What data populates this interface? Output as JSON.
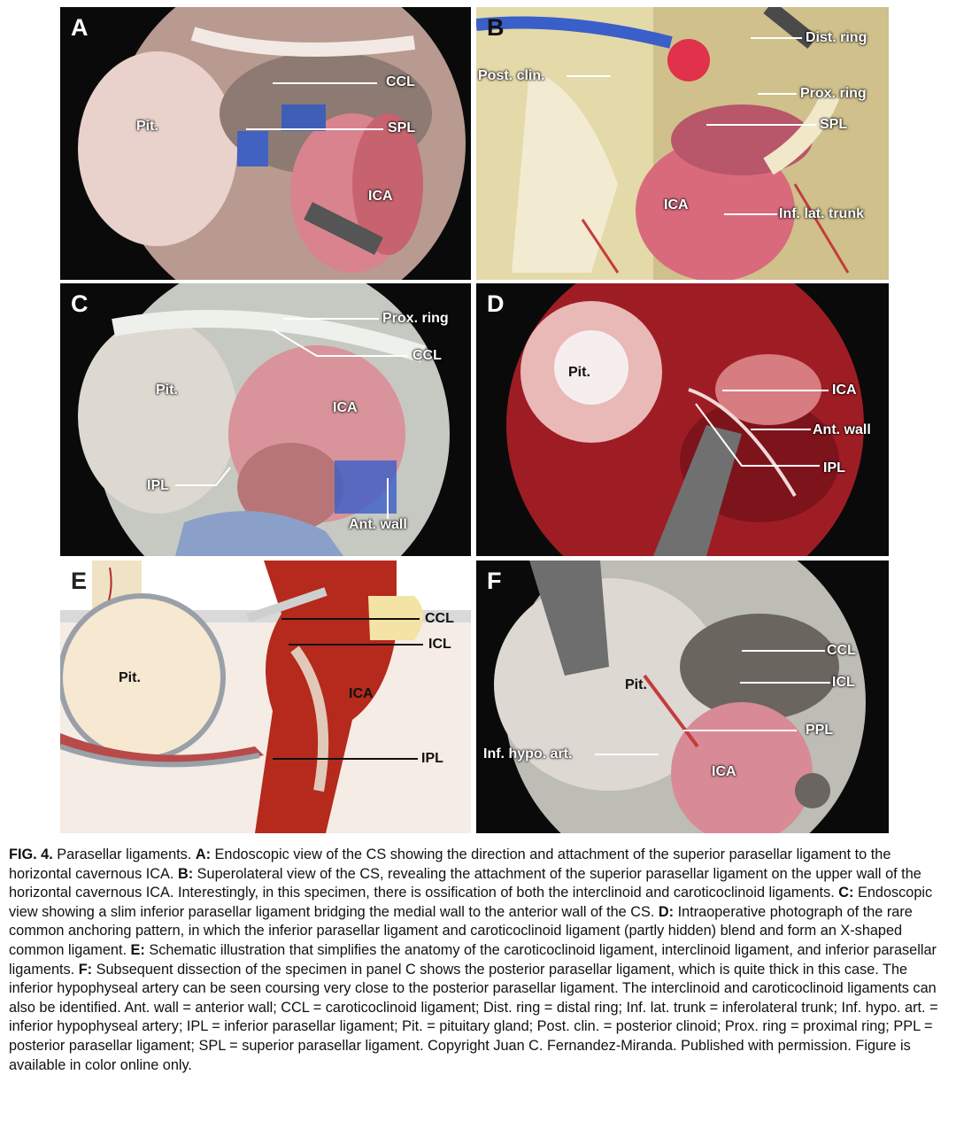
{
  "panels": {
    "A": {
      "letter": "A",
      "labels": {
        "ccl": "CCL",
        "spl": "SPL",
        "pit": "Pit.",
        "ica": "ICA"
      }
    },
    "B": {
      "letter": "B",
      "labels": {
        "dist_ring": "Dist. ring",
        "post_clin": "Post. clin.",
        "prox_ring": "Prox. ring",
        "spl": "SPL",
        "ica": "ICA",
        "inf_lat_trunk": "Inf. lat. trunk"
      }
    },
    "C": {
      "letter": "C",
      "labels": {
        "prox_ring": "Prox. ring",
        "ccl": "CCL",
        "pit": "Pit.",
        "ica": "ICA",
        "ipl": "IPL",
        "ant_wall": "Ant. wall"
      }
    },
    "D": {
      "letter": "D",
      "labels": {
        "pit": "Pit.",
        "ica": "ICA",
        "ant_wall": "Ant. wall",
        "ipl": "IPL"
      }
    },
    "E": {
      "letter": "E",
      "labels": {
        "ccl": "CCL",
        "icl": "ICL",
        "pit": "Pit.",
        "ica": "ICA",
        "ipl": "IPL"
      }
    },
    "F": {
      "letter": "F",
      "labels": {
        "ccl": "CCL",
        "icl": "ICL",
        "pit": "Pit.",
        "ppl": "PPL",
        "inf_hypo_art": "Inf. hypo. art.",
        "ica": "ICA"
      }
    }
  },
  "caption": {
    "fig": "FIG. 4.",
    "title": " Parasellar ligaments. ",
    "A_label": "A:",
    "A_text": " Endoscopic view of the CS showing the direction and attachment of the superior parasellar ligament to the horizontal cavernous ICA. ",
    "B_label": "B:",
    "B_text": " Superolateral view of the CS, revealing the attachment of the superior parasellar ligament on the upper wall of the horizontal cavernous ICA. Interestingly, in this specimen, there is ossification of both the interclinoid and caroticoclinoid ligaments. ",
    "C_label": "C:",
    "C_text": " Endoscopic view showing a slim inferior parasellar ligament bridging the medial wall to the anterior wall of the CS. ",
    "D_label": "D:",
    "D_text": " Intraoperative photograph of the rare common anchoring pattern, in which the inferior parasellar ligament and caroticoclinoid ligament (partly hidden) blend and form an X-shaped common ligament. ",
    "E_label": "E:",
    "E_text": " Schematic illustration that simplifies the anatomy of the caroticoclinoid ligament, interclinoid ligament, and inferior parasellar ligaments. ",
    "F_label": "F:",
    "F_text": " Subsequent dissection of the specimen in panel C shows the posterior parasellar ligament, which is quite thick in this case. The inferior hypophyseal artery can be seen coursing very close to the posterior parasellar ligament. The interclinoid and caroticoclinoid ligaments can also be identified. Ant. wall = anterior wall; CCL = caroticoclinoid ligament; Dist. ring = distal ring; Inf. lat. trunk = inferolateral trunk; Inf. hypo. art. = inferior hypophyseal artery; IPL = inferior parasellar ligament; Pit. = pituitary gland; Post. clin. = posterior clinoid; Prox. ring = proximal ring; PPL = posterior parasellar ligament; SPL = superior parasellar ligament. Copyright Juan C. Fernandez-Miranda. Published with permission. Figure is available in color online only."
  },
  "colors": {
    "artery": "#c43c3c",
    "vein_blue": "#3a5fc8",
    "tissue": "#e8c9c4",
    "bone": "#efe3b8"
  }
}
